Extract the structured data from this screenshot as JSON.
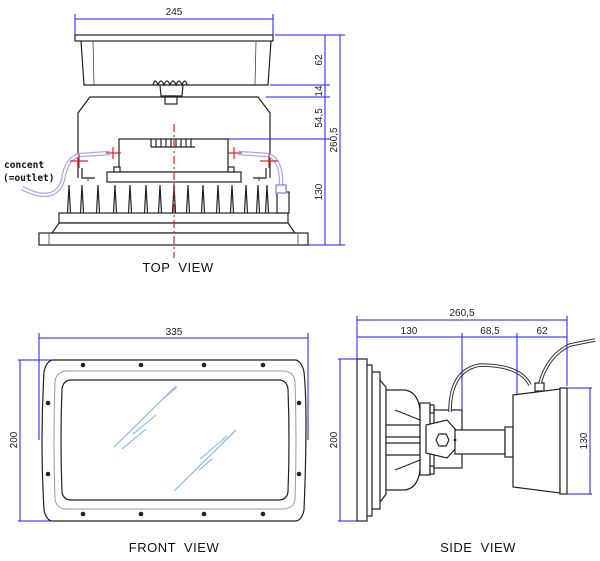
{
  "drawing": {
    "views": {
      "top": {
        "title": "TOP  VIEW",
        "note_line1": "concent",
        "note_line2": "(=outlet)",
        "dims": {
          "width": "245",
          "ballast_height": "62",
          "gap": "14",
          "bracket_height": "54,5",
          "total_height": "260,5",
          "lamp_height": "130"
        }
      },
      "front": {
        "title": "FRONT  VIEW",
        "dims": {
          "width": "335",
          "height": "200"
        }
      },
      "side": {
        "title": "SIDE  VIEW",
        "dims": {
          "total_depth": "260,5",
          "lamp_depth": "130",
          "arm_length": "68,5",
          "box_depth": "62",
          "lamp_height": "200",
          "box_height": "130"
        }
      }
    },
    "colors": {
      "dimension": "#1a1aff",
      "centerline": "#e02020",
      "cable": "#9a90e8",
      "glass": "#7fb6ea"
    }
  }
}
